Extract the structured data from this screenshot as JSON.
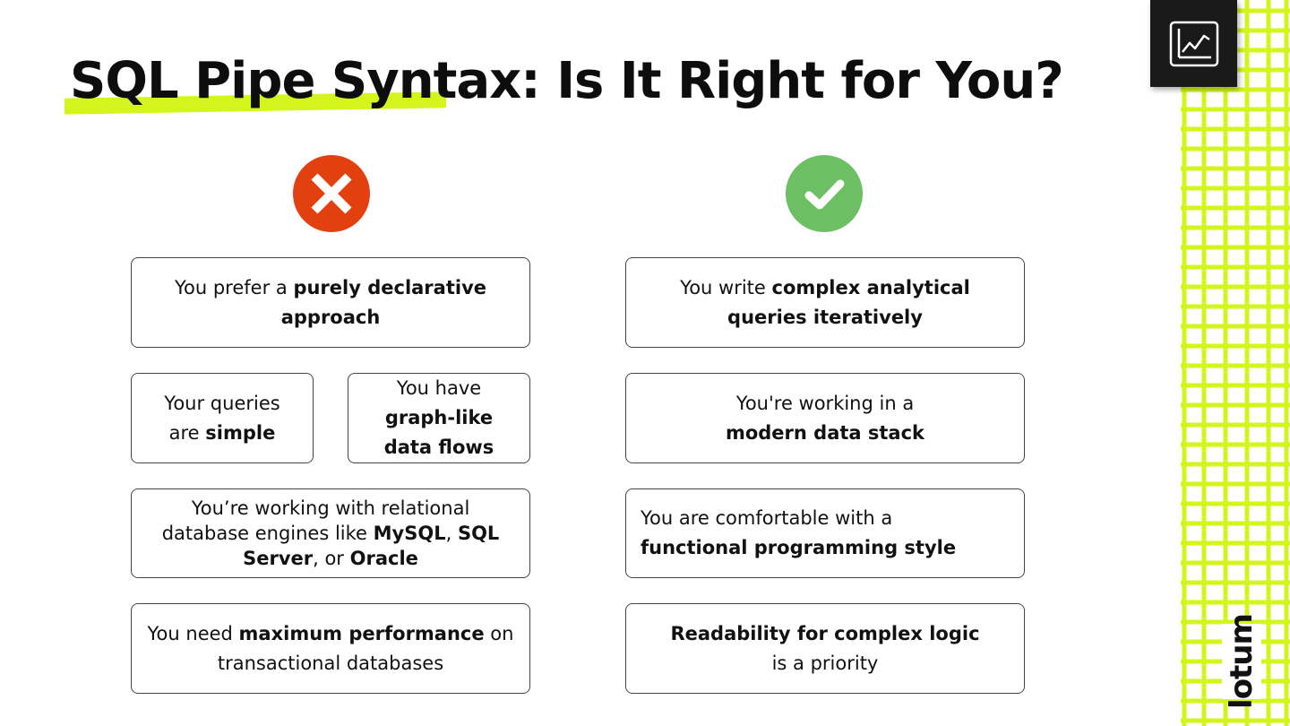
{
  "title": "SQL Pipe Syntax: Is It Right for You?",
  "brand": "lotum",
  "colors": {
    "accent": "#d4f51c",
    "no": "#e2410f",
    "yes": "#6cbf63",
    "dark": "#1a1a1a"
  },
  "icons": {
    "no": "x-icon",
    "yes": "check-icon",
    "logo": "chart-icon"
  },
  "not_for_you": [
    {
      "pre": "You prefer a ",
      "bold": "purely declarative approach",
      "post": ""
    },
    {
      "pre": "Your queries are ",
      "bold": "simple",
      "post": ""
    },
    {
      "pre": "You have ",
      "bold": "graph-like data flows",
      "post": ""
    },
    {
      "pre": "You’re working with relational database engines like ",
      "bold1": "MySQL",
      "mid1": ", ",
      "bold2": "SQL Server",
      "mid2": ", or ",
      "bold3": "Oracle"
    },
    {
      "pre": "You need ",
      "bold": "maximum performance",
      "post": " on transactional databases"
    }
  ],
  "right_for_you": [
    {
      "pre": "You write ",
      "bold": "complex analytical queries iteratively",
      "post": ""
    },
    {
      "pre": "You're working in a ",
      "bold": "modern data stack",
      "post": ""
    },
    {
      "pre": "You are comfortable with a ",
      "bold": "functional programming style",
      "post": ""
    },
    {
      "pre": "",
      "bold": "Readability for complex logic",
      "post": " is a priority"
    }
  ]
}
